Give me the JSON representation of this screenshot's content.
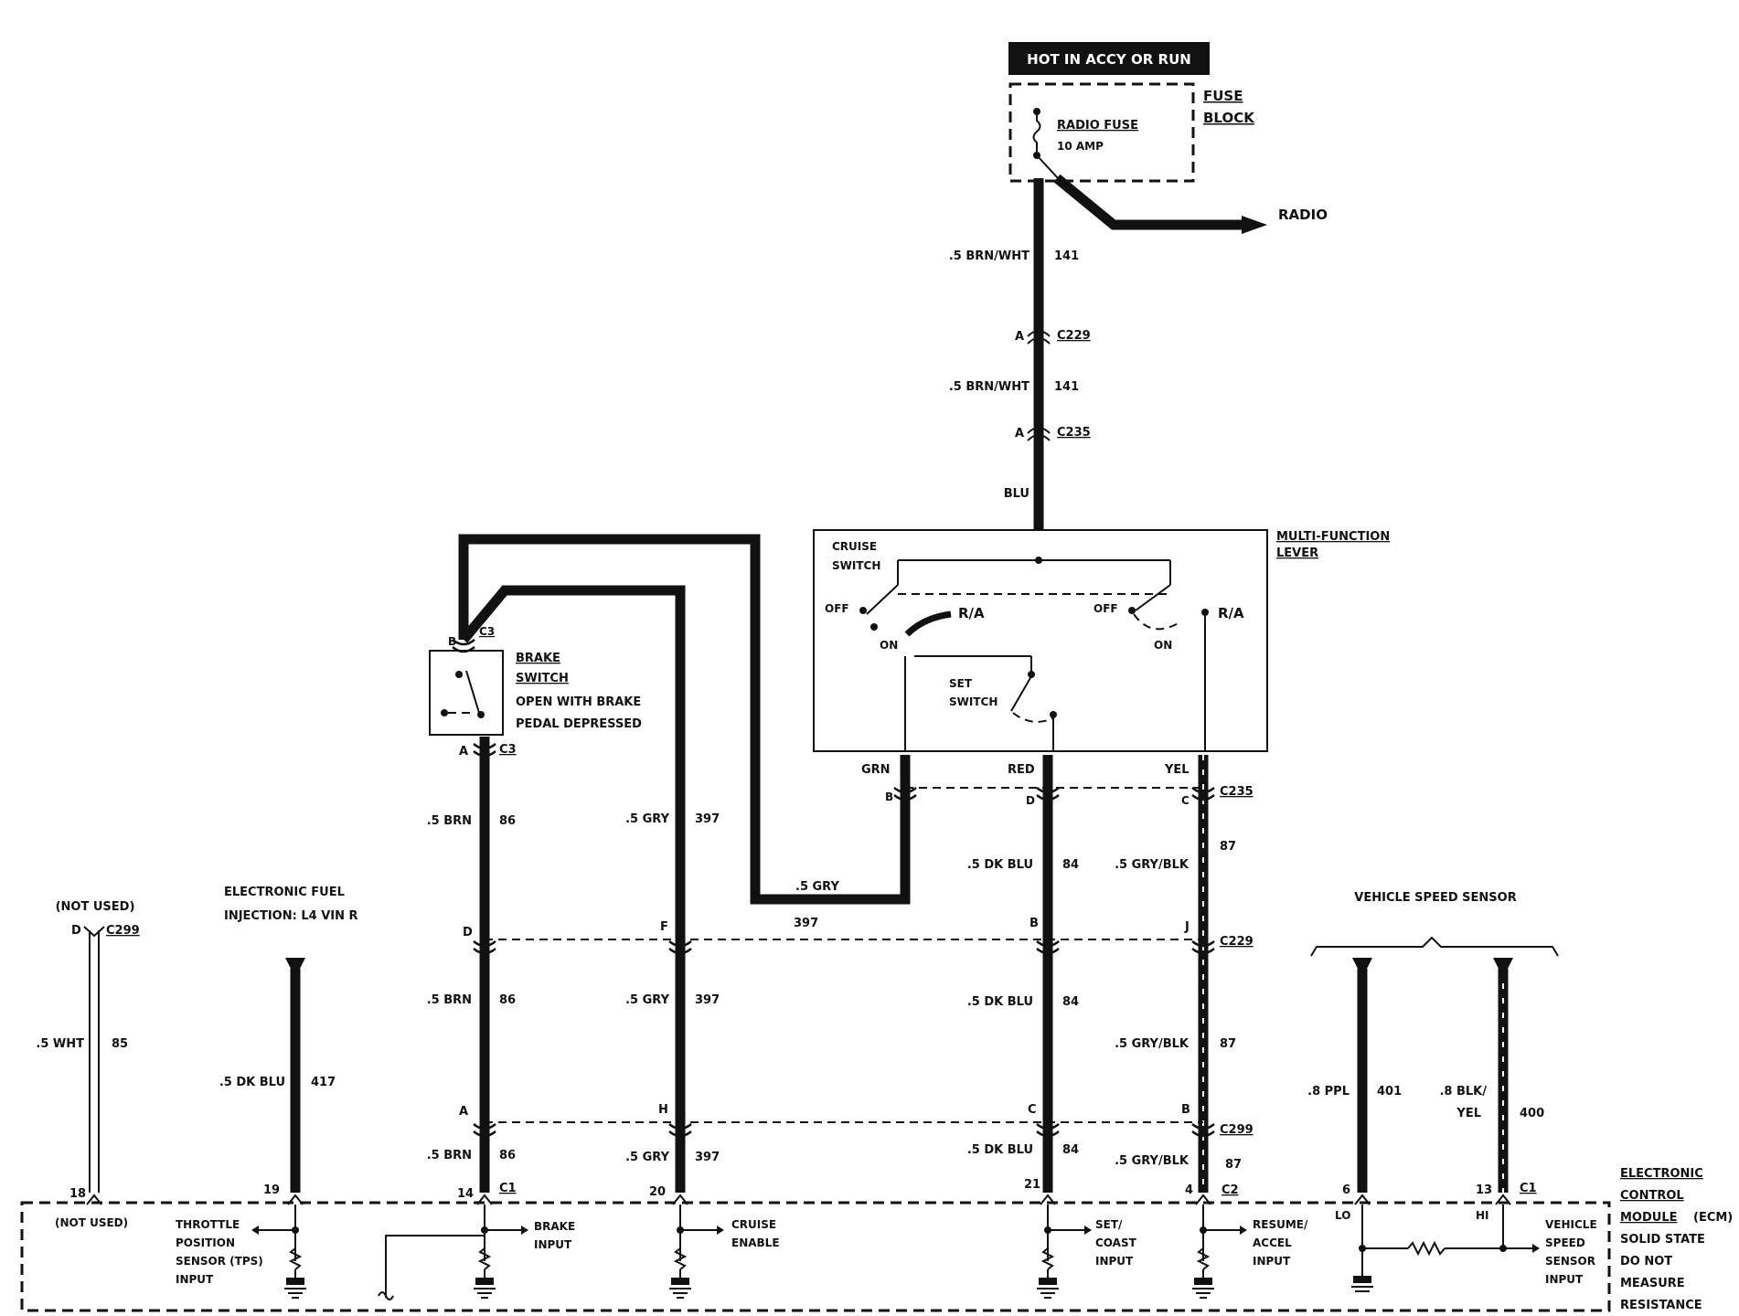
{
  "power": {
    "header": "HOT IN ACCY OR RUN",
    "fuse_block": [
      "FUSE",
      "BLOCK"
    ],
    "fuse_name": "RADIO FUSE",
    "fuse_rating": "10 AMP",
    "radio": "RADIO"
  },
  "feed": {
    "wire1": ".5 BRN/WHT",
    "circuit1": "141",
    "c229_pin": "A",
    "c229": "C229",
    "wire2": ".5 BRN/WHT",
    "circuit2": "141",
    "c235_pin": "A",
    "c235": "C235",
    "blu": "BLU"
  },
  "mfl": {
    "title": [
      "MULTI-FUNCTION",
      "LEVER"
    ],
    "cruise_switch": [
      "CRUISE",
      "SWITCH"
    ],
    "off_left": "OFF",
    "ra_left": "R/A",
    "on_left": "ON",
    "off_right": "OFF",
    "ra_right": "R/A",
    "on_right": "ON",
    "set_switch": [
      "SET",
      "SWITCH"
    ],
    "out_grn": "GRN",
    "out_red": "RED",
    "out_yel": "YEL"
  },
  "brake": {
    "pin_b": "B",
    "c3_top": "C3",
    "title": [
      "BRAKE",
      "SWITCH"
    ],
    "note": [
      "OPEN WITH BRAKE",
      "PEDAL DEPRESSED"
    ],
    "pin_a": "A",
    "c3_bottom": "C3"
  },
  "c235_row": {
    "pin_b": "B",
    "pin_d": "D",
    "pin_c": "C",
    "name": "C235"
  },
  "c229_row": {
    "pin_d": "D",
    "pin_f": "F",
    "wire_397": "397",
    "pin_b": "B",
    "pin_j": "J",
    "name": "C229"
  },
  "c299_row": {
    "pin_a": "A",
    "pin_h": "H",
    "pin_c": "C",
    "pin_b": "B",
    "name": "C299"
  },
  "wires": {
    "brn_top": ".5 BRN",
    "brn_top_ckt": "86",
    "gry_top": ".5 GRY",
    "gry_top_ckt": "397",
    "gry_loop": ".5 GRY",
    "dkblu_top": ".5 DK BLU",
    "dkblu_top_ckt": "84",
    "grybk_top": ".5 GRY/BLK",
    "grybk_top_ckt": "87",
    "brn_mid": ".5 BRN",
    "brn_mid_ckt": "86",
    "gry_mid": ".5 GRY",
    "gry_mid_ckt": "397",
    "dkblu_mid": ".5 DK BLU",
    "dkblu_mid_ckt": "84",
    "grybk_mid": ".5 GRY/BLK",
    "grybk_mid_ckt": "87",
    "brn_bot": ".5 BRN",
    "brn_bot_ckt": "86",
    "gry_bot": ".5 GRY",
    "gry_bot_ckt": "397",
    "dkblu_bot": ".5 DK BLU",
    "dkblu_bot_ckt": "84",
    "grybk_bot": ".5 GRY/BLK",
    "grybk_bot_ckt": "87"
  },
  "left": {
    "not_used_top": "(NOT USED)",
    "c299_pin": "D",
    "c299": "C299",
    "wht": ".5 WHT",
    "wht_ckt": "85",
    "efi": [
      "ELECTRONIC FUEL",
      "INJECTION: L4 VIN R"
    ],
    "dkblu": ".5 DK BLU",
    "dkblu_ckt": "417"
  },
  "vss": {
    "title": "VEHICLE SPEED SENSOR",
    "ppl": ".8 PPL",
    "ppl_ckt": "401",
    "blkyel": [
      ".8 BLK/",
      "YEL"
    ],
    "blkyel_ckt": "400"
  },
  "ecm": {
    "pins": {
      "p18": "18",
      "p19": "19",
      "p14": "14",
      "c1_a": "C1",
      "p20": "20",
      "p21": "21",
      "p4": "4",
      "c2": "C2",
      "p6": "6",
      "p13": "13",
      "c1_b": "C1",
      "lo": "LO",
      "hi": "HI"
    },
    "not_used_bottom": "(NOT USED)",
    "tps": [
      "THROTTLE",
      "POSITION",
      "SENSOR (TPS)",
      "INPUT"
    ],
    "brake_input": [
      "BRAKE",
      "INPUT"
    ],
    "cruise_enable": [
      "CRUISE",
      "ENABLE"
    ],
    "set_coast": [
      "SET/",
      "COAST",
      "INPUT"
    ],
    "resume": [
      "RESUME/",
      "ACCEL",
      "INPUT"
    ],
    "vss_input": [
      "VEHICLE",
      "SPEED",
      "SENSOR",
      "INPUT"
    ],
    "title": [
      "ELECTRONIC",
      "CONTROL",
      "MODULE",
      "(ECM)"
    ],
    "note": [
      "SOLID STATE",
      "DO NOT",
      "MEASURE",
      "RESISTANCE"
    ]
  }
}
